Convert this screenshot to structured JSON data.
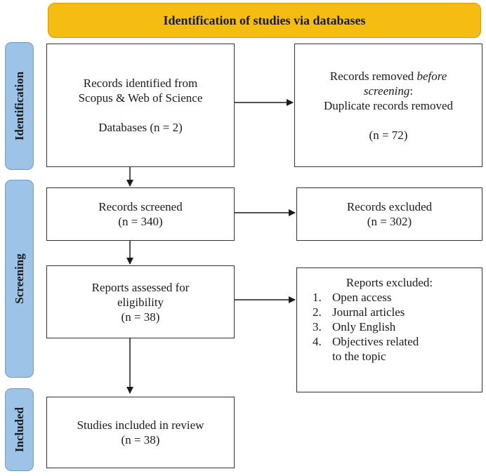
{
  "header": {
    "title": "Identification of studies via databases"
  },
  "stages": {
    "identification": "Identification",
    "screening": "Screening",
    "included": "Included"
  },
  "identified": {
    "line1": "Records identified from",
    "line2": "Scopus & Web of Science",
    "line3": "Databases (n = 2)"
  },
  "removed": {
    "line1_plain": "Records removed ",
    "line1_em": "before",
    "line2_em": "screening",
    "line2_plain": ":",
    "line3": "Duplicate records removed",
    "count": "(n = 72)"
  },
  "screened": {
    "label": "Records screened",
    "count": "(n = 340)"
  },
  "excluded": {
    "label": "Records excluded",
    "count": "(n = 302)"
  },
  "assessed": {
    "line1": "Reports assessed for",
    "line2": "eligibility",
    "count": "(n = 38)"
  },
  "reports_excluded": {
    "title": "Reports excluded:",
    "items": [
      {
        "num": "1.",
        "text": "Open access"
      },
      {
        "num": "2.",
        "text": "Journal articles"
      },
      {
        "num": "3.",
        "text": "Only English"
      },
      {
        "num": "4.",
        "text": "Objectives related"
      }
    ],
    "continuation": "to the topic"
  },
  "included": {
    "label": "Studies included in review",
    "count": "(n = 38)"
  },
  "colors": {
    "header_fill": "#f5bd12",
    "stage_fill": "#9dc3e6",
    "border": "#333333"
  }
}
